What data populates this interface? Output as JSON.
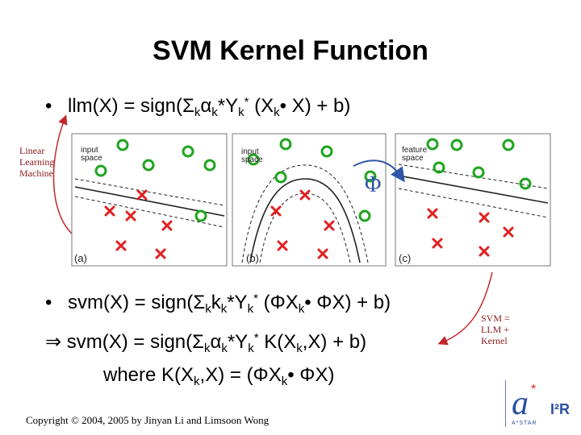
{
  "slide": {
    "title": "SVM Kernel Function",
    "line1": {
      "bullet": "•",
      "pre": "llm(X) = sign(Σ",
      "s1": "k",
      "mid1": "α",
      "s2": "k",
      "mid2": "*Y",
      "s3": "k",
      "sup1": "*",
      "mid3": " (X",
      "s4": "k",
      "mid4": "• X) + b)"
    },
    "note_left": [
      "Linear",
      "Learning",
      "Machine"
    ],
    "figure": {
      "panels": [
        {
          "id": "(a)",
          "label": [
            "input",
            "space"
          ]
        },
        {
          "id": "(b)",
          "label": [
            "input",
            "space"
          ]
        },
        {
          "id": "(c)",
          "label": [
            "feature",
            "space"
          ]
        }
      ],
      "map_symbol": "Φ",
      "colors": {
        "circle": "#1fa51f",
        "cross": "#e02020",
        "line": "#222222",
        "arrow": "#2f55a8"
      }
    },
    "line2": {
      "bullet": "•",
      "pre": "svm(X) = sign(Σ",
      "s1": "k",
      "mid1": "k",
      "s2": "k",
      "mid2": "*Y",
      "s3": "k",
      "sup1": "*",
      "mid3": " (ΦX",
      "s4": "k",
      "mid4": "• ΦX) + b)"
    },
    "line3": {
      "arrow": "⇒",
      "pre": " svm(X) = sign(Σ",
      "s1": "k",
      "mid1": "α",
      "s2": "k",
      "mid2": "*Y",
      "s3": "k",
      "sup1": "*",
      "mid3": " K(X",
      "s4": "k",
      "mid4": ",X) + b)"
    },
    "line4": {
      "pre": "where K(X",
      "s1": "k",
      "mid1": ",X) = (ΦX",
      "s2": "k",
      "mid2": "• ΦX)"
    },
    "note_right": [
      "SVM =",
      "LLM +",
      "Kernel"
    ],
    "copyright": "Copyright © 2004, 2005 by Jinyan Li and Limsoon Wong",
    "logo": {
      "text": "I²R",
      "sub": "A*STAR"
    }
  }
}
